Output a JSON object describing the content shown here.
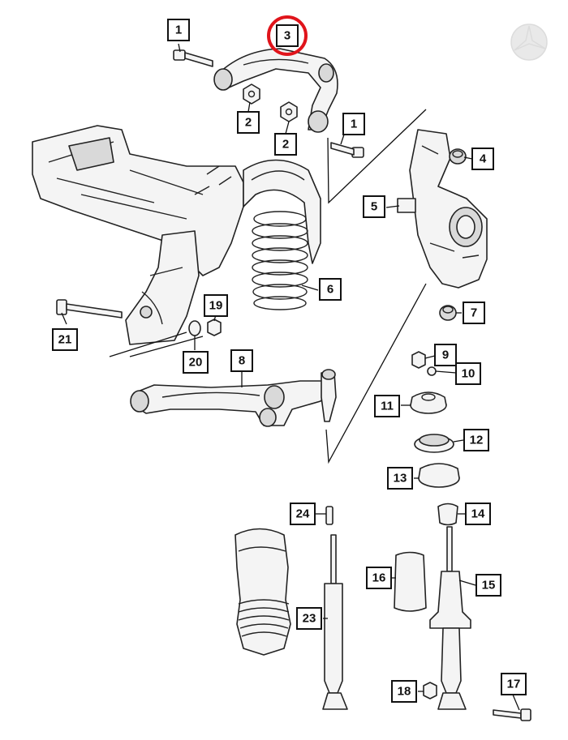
{
  "callouts": [
    {
      "label": "1"
    },
    {
      "label": "3"
    },
    {
      "label": "2"
    },
    {
      "label": "2"
    },
    {
      "label": "1"
    },
    {
      "label": "4"
    },
    {
      "label": "5"
    },
    {
      "label": "6"
    },
    {
      "label": "7"
    },
    {
      "label": "19"
    },
    {
      "label": "21"
    },
    {
      "label": "20"
    },
    {
      "label": "8"
    },
    {
      "label": "9"
    },
    {
      "label": "10"
    },
    {
      "label": "11"
    },
    {
      "label": "12"
    },
    {
      "label": "13"
    },
    {
      "label": "24"
    },
    {
      "label": "14"
    },
    {
      "label": "16"
    },
    {
      "label": "15"
    },
    {
      "label": "23"
    },
    {
      "label": "18"
    },
    {
      "label": "17"
    }
  ],
  "highlighted_part": "3",
  "colors": {
    "highlight": "#e0141b",
    "ink": "#111111"
  }
}
